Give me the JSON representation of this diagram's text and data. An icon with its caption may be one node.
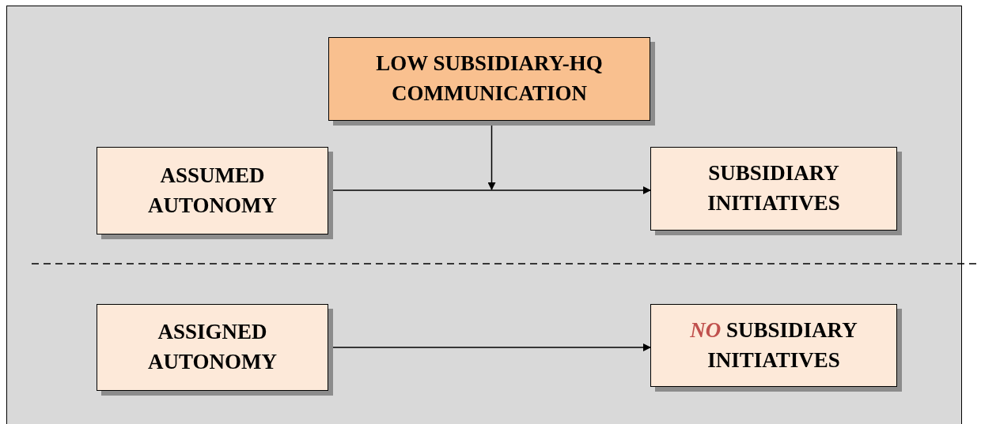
{
  "diagram": {
    "nodes": [
      {
        "text": [
          "LOW SUBSIDIARY-HQ COMMUNICATION"
        ]
      },
      {
        "text": [
          "ASSUMED AUTONOMY"
        ]
      },
      {
        "text": [
          "SUBSIDIARY INITIATIVES"
        ]
      },
      {
        "text": [
          "ASSIGNED AUTONOMY"
        ]
      },
      {
        "text": [
          "*NO* SUBSIDIARY INITIATIVES"
        ]
      }
    ],
    "edges": [
      {
        "from": 1,
        "to": 2,
        "arrow": "to"
      },
      {
        "from": 0,
        "to": null,
        "arrow": "to"
      },
      {
        "from": 3,
        "to": 4,
        "arrow": "to"
      }
    ]
  }
}
